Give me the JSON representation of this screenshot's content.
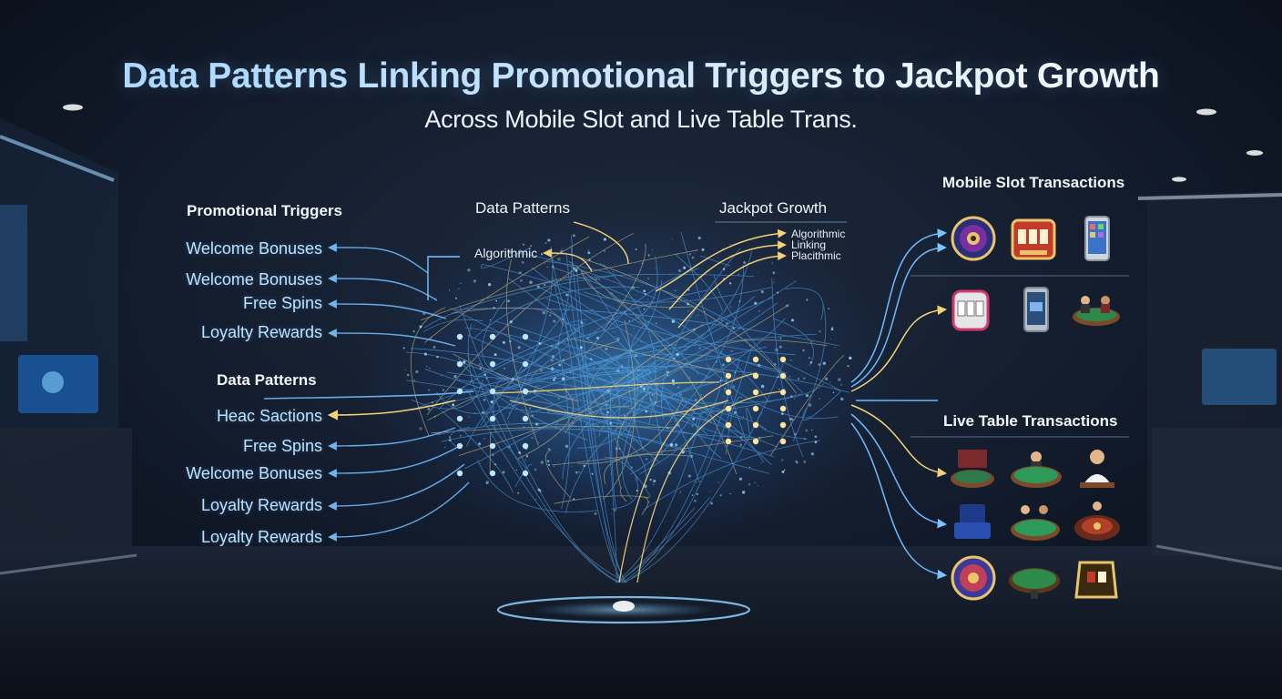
{
  "title": "Data Patterns Linking Promotional Triggers to Jackpot Growth",
  "subtitle": "Across Mobile Slot and Live Table Trans.",
  "left_panel": {
    "promotional_heading": "Promotional Triggers",
    "promotional_items": [
      "Welcome Bonuses",
      "Welcome Bonuses",
      "Free Spins",
      "Loyalty Rewards"
    ],
    "patterns_heading": "Data Patterns",
    "pattern_items": [
      "Heac Sactions",
      "Free Spins",
      "Welcome Bonuses",
      "Loyalty Rewards",
      "Loyalty Rewards"
    ]
  },
  "center": {
    "patterns_heading": "Data Patterns",
    "algorithmic_label": "Algorithmic",
    "jackpot_heading": "Jackpot Growth",
    "jackpot_items": [
      "Algorithmic",
      "Linking",
      "Placithmic"
    ]
  },
  "right_panel": {
    "mobile_heading": "Mobile Slot Transactions",
    "mobile_icons": [
      [
        "roulette-wheel-icon",
        "slot-machine-icon",
        "smartphone-icon"
      ],
      [
        "slot-machine-icon",
        "smartphone-icon",
        "casino-table-icon"
      ]
    ],
    "live_heading": "Live Table Transactions",
    "live_icons": [
      [
        "casino-table-icon",
        "casino-table-icon",
        "dealer-icon"
      ],
      [
        "casino-table-icon",
        "casino-table-icon",
        "roulette-table-icon"
      ],
      [
        "roulette-wheel-icon",
        "casino-table-icon",
        "card-shoe-icon"
      ]
    ]
  },
  "colors": {
    "accent_blue": "#4aa8ff",
    "accent_gold": "#f3d27a",
    "label_blue": "#bfe3ff"
  }
}
